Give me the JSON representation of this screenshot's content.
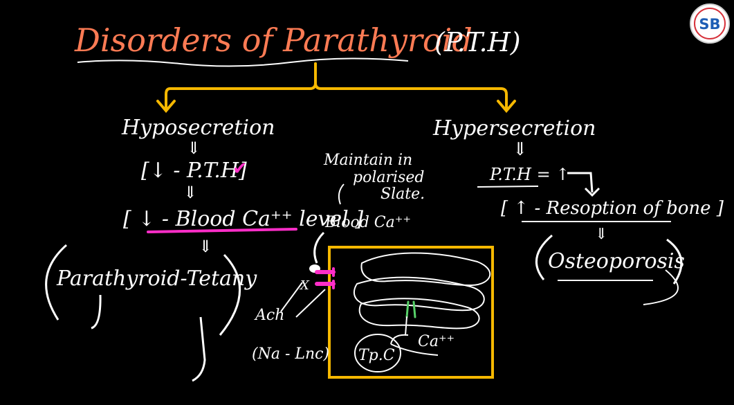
{
  "title": {
    "main": "Disorders of Parathyroid",
    "abbr": "(P.T.H)"
  },
  "logo": {
    "letters": "SB"
  },
  "left_branch": {
    "heading": "Hyposecretion",
    "arrow1": "⇓",
    "pth": "[↓ - P.T.H]",
    "check": "✔",
    "arrow2": "⇓",
    "calcium": "[ ↓ - Blood Ca⁺⁺ level ]",
    "arrow3": "⇓",
    "result": "Parathyroid-Tetany"
  },
  "right_branch": {
    "heading": "Hypersecretion",
    "arrow1": "⇓",
    "pth": "P.T.H = ↑",
    "resorption": "[ ↑ - Resoption of bone ]",
    "arrow2": "⇓",
    "result": "Osteoporosis"
  },
  "middle": {
    "note_line1": "Maintain in",
    "note_line2": "polarised",
    "note_line3": "Slate.",
    "blood_ca": "Blood Ca⁺⁺",
    "ach": "Ach",
    "na_lnc": "(Na - Lnc)",
    "x_mark": "X",
    "ca_label": "Ca⁺⁺",
    "trc_label": "Tp.C"
  },
  "colors": {
    "title": "#ff7b54",
    "abbr": "#ffffff",
    "arrow": "#f6b800",
    "underline_pink": "#ff2ec8",
    "check": "#ff2ec8",
    "box": "#f6b800",
    "text": "#ffffff",
    "channel_pink": "#ff2ec8",
    "green": "#58d36a"
  }
}
